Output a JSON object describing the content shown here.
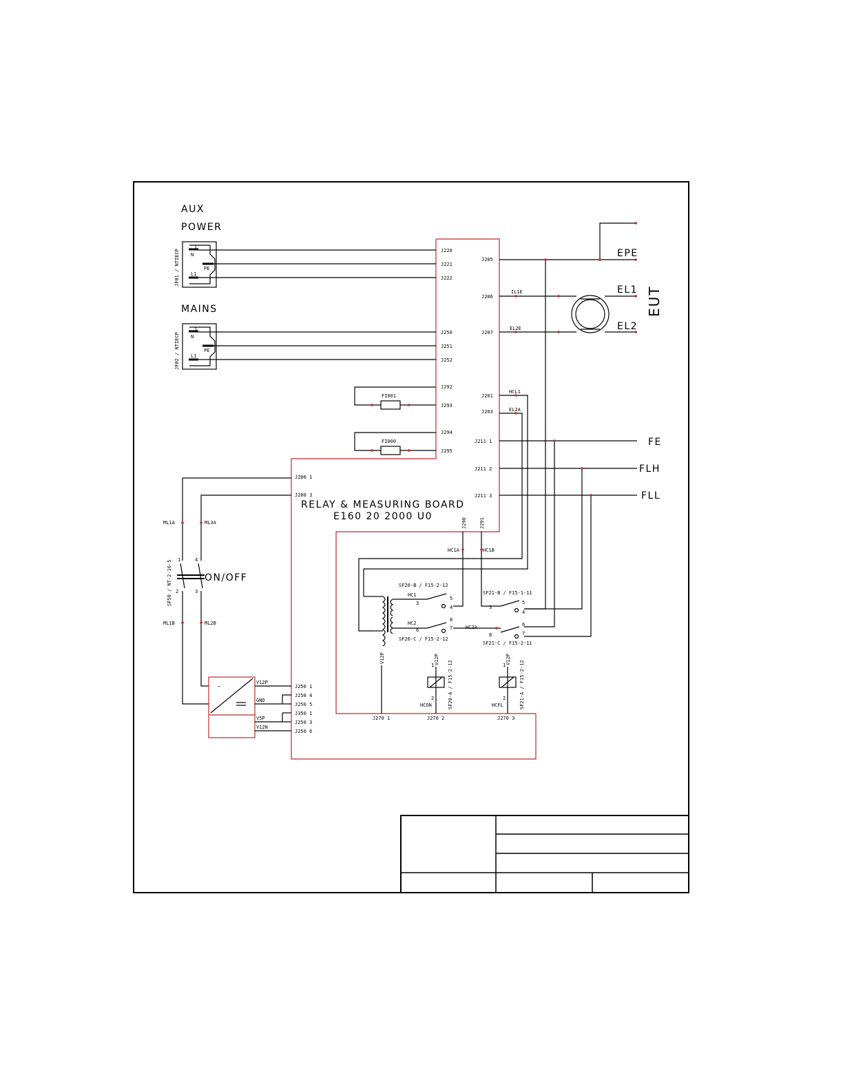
{
  "sections": {
    "aux": "AUX",
    "power": "POWER",
    "mains": "MAINS",
    "board_name": "RELAY & MEASURING BOARD",
    "board_code": "E160 20 2000 U0",
    "on_off": "ON/OFF",
    "eut": "EUT"
  },
  "outputs": {
    "epe": "EPE",
    "el1": "EL1",
    "el2": "EL2",
    "fe": "FE",
    "flh": "FLH",
    "fll": "FLL"
  },
  "connectors": {
    "jf01": "JF01 / NTIECP",
    "jf02": "JF02 / NTIECP",
    "pin_n": "N",
    "pin_pe": "PE",
    "pin_l1": "L1",
    "pin_1": "1",
    "sf50": "SF50 / NT-2-16-5",
    "sf20b": "SF20-B / F15-2-12",
    "sf20c": "SF20-C / F15-2-12",
    "sf20a": "SF20-A / F15-2-12",
    "sf21b": "SF21-B / F15-1-11",
    "sf21c": "SF21-C / F15-2-11",
    "sf21a": "SF21-A / F15-2-12"
  },
  "board_pins_left": {
    "j220": "J220",
    "j221": "J221",
    "j222": "J222",
    "j250": "J250",
    "j251": "J251",
    "j252": "J252",
    "j292": "J292",
    "j293": "J293",
    "j294": "J294",
    "j295": "J295",
    "j200_1": "J200 1",
    "j200_3": "J200 3"
  },
  "board_pins_right": {
    "j205": "J205",
    "j206": "J206",
    "j207": "J207",
    "j201": "J201",
    "j203": "J203",
    "j211_1": "J211 1",
    "j211_2": "J211 2",
    "j211_3": "J211 3",
    "j290": "J290",
    "j291": "J291"
  },
  "board_pins_bottom": {
    "j250_1": "J250 1",
    "j250_4": "J250 4",
    "j250_5": "J250 5",
    "j350_1": "J350 1",
    "j250_3": "J250 3",
    "j250_6": "J250 6",
    "j270_1": "J270 1",
    "j270_2": "J270 2",
    "j270_3": "J270 3"
  },
  "fuses": {
    "fi001": "FI001",
    "fi000": "FI000"
  },
  "nets": {
    "il1e": "IL1E",
    "el2e": "EL2E",
    "hcl1": "HCL1",
    "el2a": "EL2A",
    "hc1a": "HC1A",
    "hc1b": "HC1B",
    "hc1": "HC1",
    "hc2": "HC2",
    "hc2a": "HC2A",
    "ml1a": "ML1A",
    "ml3a": "ML3A",
    "ml1b": "ML1B",
    "ml2b": "ML2B",
    "v12p": "V12P",
    "gnd": "GND",
    "v5p": "V5P",
    "v12n": "V12N",
    "hcon": "HCON",
    "hcfl": "HCFL"
  },
  "contacts": {
    "c1": "1",
    "c2": "2",
    "c3": "3",
    "c4": "4",
    "c5": "5",
    "c6": "6",
    "c7": "7",
    "c8": "8"
  },
  "colors": {
    "wire": "#000000",
    "board_outline": "#c0282a",
    "node": "#c0282a"
  }
}
